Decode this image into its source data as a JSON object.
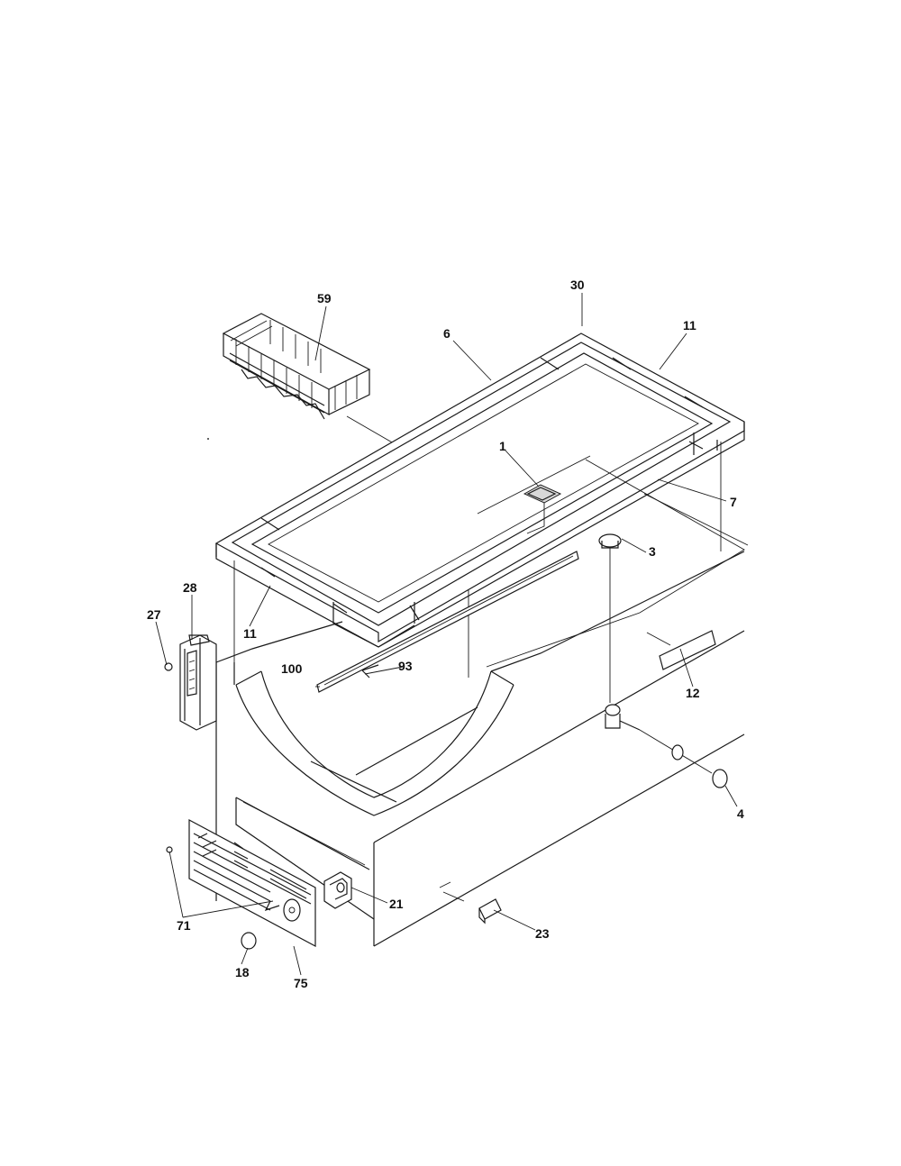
{
  "callouts": {
    "c59": "59",
    "c30": "30",
    "c6": "6",
    "c11_top": "11",
    "c1": "1",
    "c7": "7",
    "c3": "3",
    "c28": "28",
    "c27": "27",
    "c11_left": "11",
    "c100": "100",
    "c93": "93",
    "c12": "12",
    "c4": "4",
    "c21": "21",
    "c71": "71",
    "c23": "23",
    "c18": "18",
    "c75": "75"
  }
}
